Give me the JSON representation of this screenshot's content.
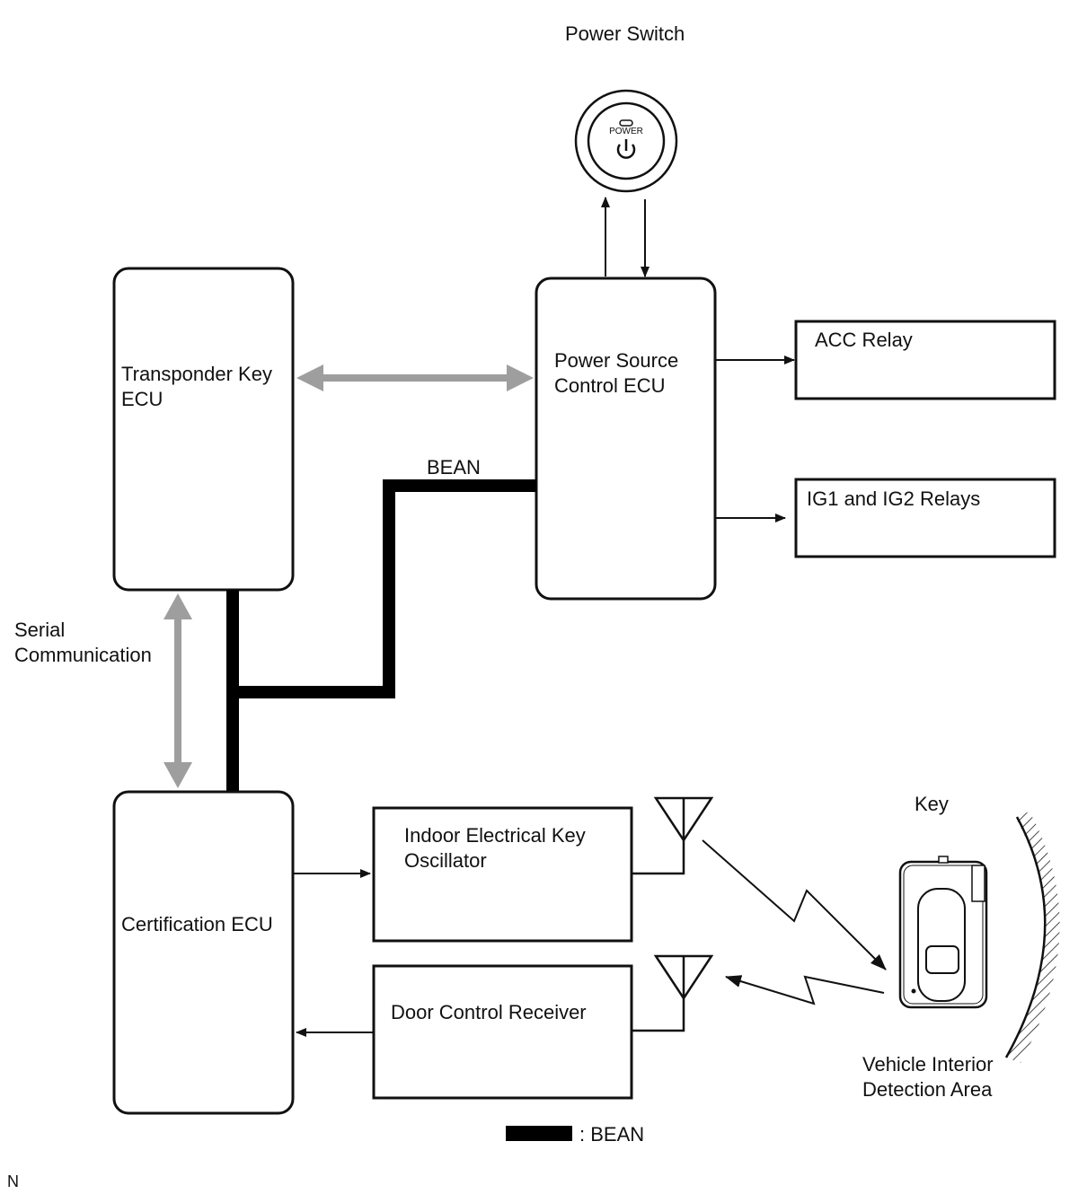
{
  "labels": {
    "power_switch": "Power Switch",
    "power_switch_face": "POWER",
    "transponder_ecu": "Transponder Key\nECU",
    "power_source_ecu": "Power Source\nControl ECU",
    "acc_relay": "ACC Relay",
    "ig_relays": "IG1 and IG2 Relays",
    "bean_line": "BEAN",
    "serial_comm": "Serial\nCommunication",
    "certification_ecu": "Certification ECU",
    "indoor_oscillator": "Indoor Electrical Key\nOscillator",
    "door_receiver": "Door Control Receiver",
    "key": "Key",
    "detection_area": "Vehicle Interior\nDetection Area",
    "legend_bean": ": BEAN",
    "corner_mark": "N"
  },
  "colors": {
    "line": "#111111",
    "serial_arrow": "#9e9e9e",
    "bean_bus": "#000000"
  },
  "icons": {
    "power_switch": "power-button-icon",
    "antenna": "antenna-icon",
    "key_fob": "key-fob-icon",
    "wireless_signal": "lightning-signal-icon"
  }
}
